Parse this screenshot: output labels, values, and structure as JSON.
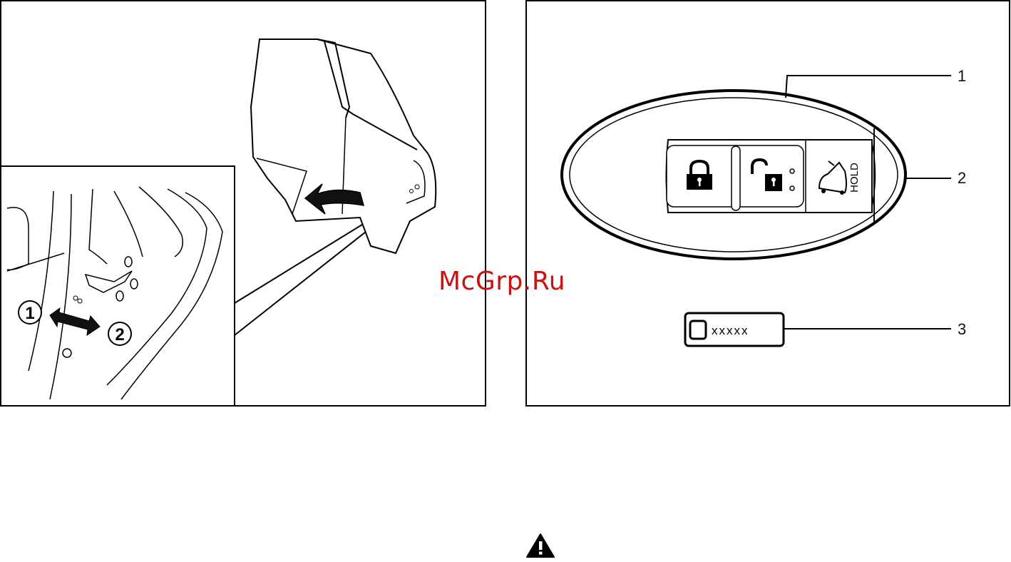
{
  "left_figure": {
    "step_labels": [
      "1",
      "2"
    ]
  },
  "right_figure": {
    "callouts": [
      "1",
      "2",
      "3"
    ],
    "hold_label": "HOLD",
    "key_number_tag": "xxxxx"
  },
  "watermark": "McGrp.Ru",
  "warning_icon": "warning-triangle-icon"
}
